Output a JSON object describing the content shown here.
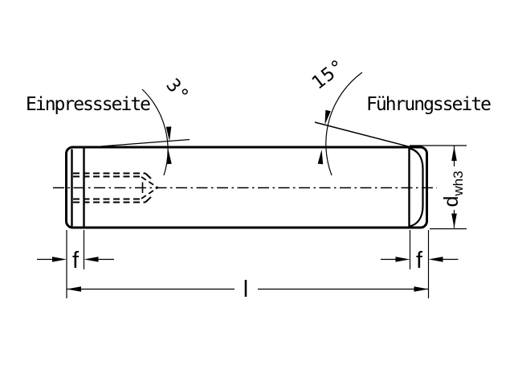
{
  "labels": {
    "press_side": "Einpressseite",
    "guide_side": "Führungsseite"
  },
  "dimensions": {
    "angle_press_side": "3°",
    "angle_guide_side": "15°",
    "chamfer_left": "f",
    "chamfer_right": "f",
    "length": "l",
    "diameter_symbol": "d",
    "diameter_subscript": "wh3"
  },
  "colors": {
    "line": "#000000",
    "background": "#ffffff"
  }
}
